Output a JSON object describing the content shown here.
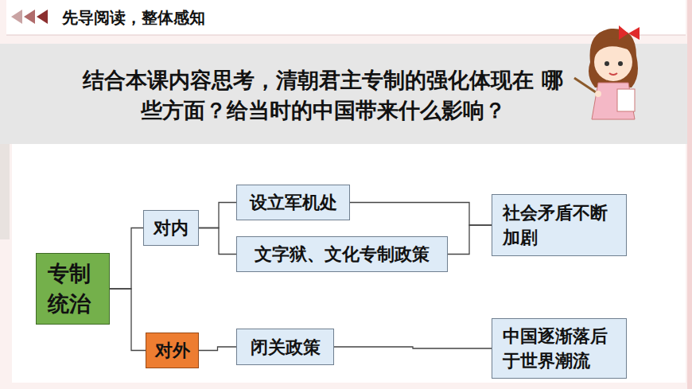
{
  "diagram": {
    "title": "先导阅读，整体感知",
    "nodes": [
      {
        "text": [
          "结合本课内容思考，清朝君主专制的强化体现在 哪些方面？给当时的中国带来什么影响？"
        ]
      },
      {
        "text": [
          "专制 统治"
        ]
      },
      {
        "text": [
          "对内"
        ]
      },
      {
        "text": [
          "设立军机处"
        ]
      },
      {
        "text": [
          "文字狱、文化专制政策"
        ]
      },
      {
        "text": [
          "社会矛盾不断 加剧"
        ]
      },
      {
        "text": [
          "对外"
        ]
      },
      {
        "text": [
          "闭关政策"
        ]
      },
      {
        "text": [
          "中国逐渐落后 于世界潮流"
        ]
      }
    ],
    "edges": [
      {
        "from": 1,
        "to": 2,
        "arrow": "none"
      },
      {
        "from": 1,
        "to": 6,
        "arrow": "none"
      },
      {
        "from": 2,
        "to": 3,
        "arrow": "none"
      },
      {
        "from": 2,
        "to": 4,
        "arrow": "none"
      },
      {
        "from": 3,
        "to": 5,
        "arrow": "none"
      },
      {
        "from": 4,
        "to": 5,
        "arrow": "none"
      },
      {
        "from": 6,
        "to": 7,
        "arrow": "none"
      },
      {
        "from": 7,
        "to": 8,
        "arrow": "none"
      }
    ]
  }
}
